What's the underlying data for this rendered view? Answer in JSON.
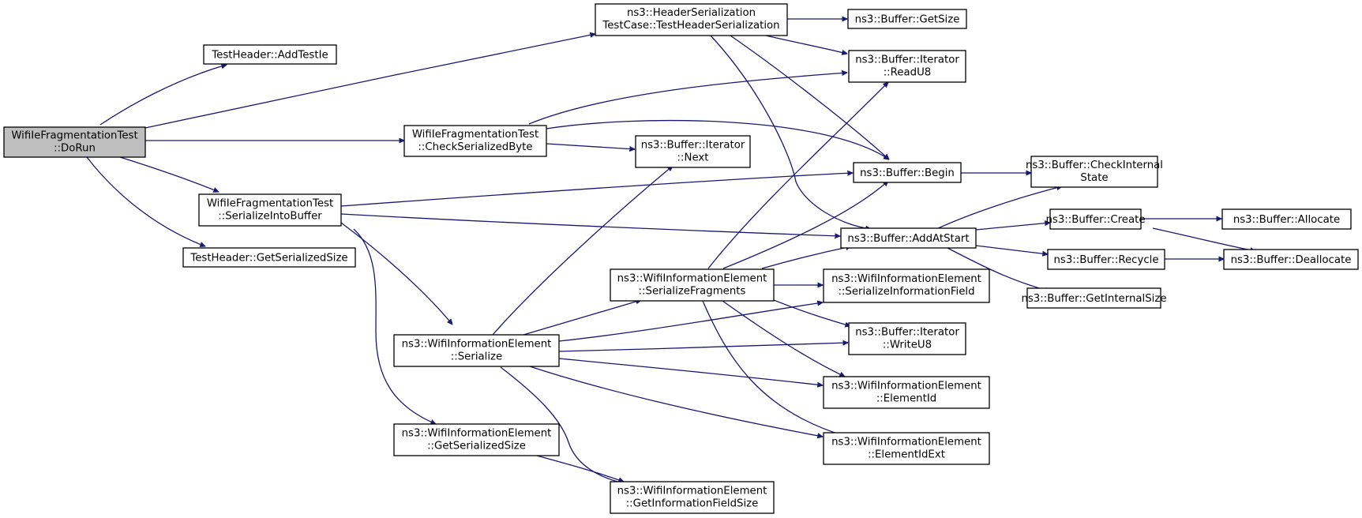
{
  "colors": {
    "edge": "#191970",
    "node_border": "#000000",
    "node_fill": "#ffffff",
    "root_fill": "#bfbfbf",
    "background": "#ffffff"
  },
  "nodes": [
    {
      "id": "dorun",
      "lines": [
        "WifiIeFragmentationTest",
        "::DoRun"
      ],
      "root": true
    },
    {
      "id": "addtestie",
      "lines": [
        "TestHeader::AddTestIe"
      ]
    },
    {
      "id": "getserializedsize_th",
      "lines": [
        "TestHeader::GetSerializedSize"
      ]
    },
    {
      "id": "headerser",
      "lines": [
        "ns3::HeaderSerialization",
        "TestCase::TestHeaderSerialization"
      ]
    },
    {
      "id": "checkserbyte",
      "lines": [
        "WifiIeFragmentationTest",
        "::CheckSerializedByte"
      ]
    },
    {
      "id": "serializeintobuffer",
      "lines": [
        "WifiIeFragmentationTest",
        "::SerializeIntoBuffer"
      ]
    },
    {
      "id": "getsize",
      "lines": [
        "ns3::Buffer::GetSize"
      ]
    },
    {
      "id": "readu8",
      "lines": [
        "ns3::Buffer::Iterator",
        "::ReadU8"
      ]
    },
    {
      "id": "next",
      "lines": [
        "ns3::Buffer::Iterator",
        "::Next"
      ]
    },
    {
      "id": "begin",
      "lines": [
        "ns3::Buffer::Begin"
      ]
    },
    {
      "id": "checkinternalstate",
      "lines": [
        "ns3::Buffer::CheckInternal",
        "State"
      ]
    },
    {
      "id": "addatstart",
      "lines": [
        "ns3::Buffer::AddAtStart"
      ]
    },
    {
      "id": "create",
      "lines": [
        "ns3::Buffer::Create"
      ]
    },
    {
      "id": "allocate",
      "lines": [
        "ns3::Buffer::Allocate"
      ]
    },
    {
      "id": "recycle",
      "lines": [
        "ns3::Buffer::Recycle"
      ]
    },
    {
      "id": "deallocate",
      "lines": [
        "ns3::Buffer::Deallocate"
      ]
    },
    {
      "id": "getinternalsize",
      "lines": [
        "ns3::Buffer::GetInternalSize"
      ]
    },
    {
      "id": "serializefragments",
      "lines": [
        "ns3::WifiInformationElement",
        "::SerializeFragments"
      ]
    },
    {
      "id": "serializeinfofield",
      "lines": [
        "ns3::WifiInformationElement",
        "::SerializeInformationField"
      ]
    },
    {
      "id": "writeu8",
      "lines": [
        "ns3::Buffer::Iterator",
        "::WriteU8"
      ]
    },
    {
      "id": "serialize",
      "lines": [
        "ns3::WifiInformationElement",
        "::Serialize"
      ]
    },
    {
      "id": "elementid",
      "lines": [
        "ns3::WifiInformationElement",
        "::ElementId"
      ]
    },
    {
      "id": "elementidext",
      "lines": [
        "ns3::WifiInformationElement",
        "::ElementIdExt"
      ]
    },
    {
      "id": "getserializedsize_wie",
      "lines": [
        "ns3::WifiInformationElement",
        "::GetSerializedSize"
      ]
    },
    {
      "id": "getinfofieldsize",
      "lines": [
        "ns3::WifiInformationElement",
        "::GetInformationFieldSize"
      ]
    }
  ],
  "edges": [
    {
      "from": "dorun",
      "to": "addtestie"
    },
    {
      "from": "dorun",
      "to": "headerser"
    },
    {
      "from": "dorun",
      "to": "checkserbyte"
    },
    {
      "from": "dorun",
      "to": "serializeintobuffer"
    },
    {
      "from": "dorun",
      "to": "getserializedsize_th"
    },
    {
      "from": "headerser",
      "to": "getsize"
    },
    {
      "from": "headerser",
      "to": "readu8"
    },
    {
      "from": "headerser",
      "to": "begin"
    },
    {
      "from": "headerser",
      "to": "addatstart"
    },
    {
      "from": "checkserbyte",
      "to": "readu8"
    },
    {
      "from": "checkserbyte",
      "to": "begin"
    },
    {
      "from": "checkserbyte",
      "to": "next"
    },
    {
      "from": "serializeintobuffer",
      "to": "begin"
    },
    {
      "from": "serializeintobuffer",
      "to": "addatstart"
    },
    {
      "from": "serializeintobuffer",
      "to": "serialize"
    },
    {
      "from": "serializeintobuffer",
      "to": "getserializedsize_wie"
    },
    {
      "from": "begin",
      "to": "checkinternalstate"
    },
    {
      "from": "addatstart",
      "to": "checkinternalstate"
    },
    {
      "from": "addatstart",
      "to": "create"
    },
    {
      "from": "addatstart",
      "to": "recycle"
    },
    {
      "from": "addatstart",
      "to": "getinternalsize"
    },
    {
      "from": "create",
      "to": "allocate"
    },
    {
      "from": "create",
      "to": "deallocate"
    },
    {
      "from": "recycle",
      "to": "deallocate"
    },
    {
      "from": "serializefragments",
      "to": "readu8"
    },
    {
      "from": "serializefragments",
      "to": "begin"
    },
    {
      "from": "serializefragments",
      "to": "addatstart"
    },
    {
      "from": "serializefragments",
      "to": "serializeinfofield"
    },
    {
      "from": "serializefragments",
      "to": "writeu8"
    },
    {
      "from": "serializefragments",
      "to": "elementid"
    },
    {
      "from": "serializefragments",
      "to": "elementidext"
    },
    {
      "from": "serialize",
      "to": "next"
    },
    {
      "from": "serialize",
      "to": "serializefragments"
    },
    {
      "from": "serialize",
      "to": "serializeinfofield"
    },
    {
      "from": "serialize",
      "to": "writeu8"
    },
    {
      "from": "serialize",
      "to": "elementid"
    },
    {
      "from": "serialize",
      "to": "elementidext"
    },
    {
      "from": "serialize",
      "to": "getinfofieldsize"
    },
    {
      "from": "getserializedsize_wie",
      "to": "getinfofieldsize"
    }
  ]
}
